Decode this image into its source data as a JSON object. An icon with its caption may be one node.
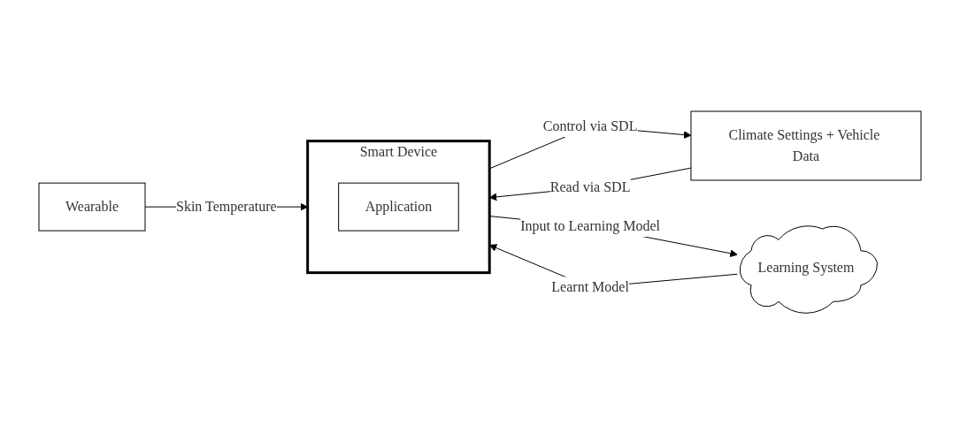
{
  "diagram": {
    "nodes": [
      {
        "text": [
          "Wearable"
        ]
      },
      {
        "text": [
          "Smart Device"
        ]
      },
      {
        "text": [
          "Application"
        ],
        "in": 1
      },
      {
        "text": [
          "Climate Settings + Vehicle Data"
        ]
      },
      {
        "text": [
          "Learning System"
        ]
      }
    ],
    "edges": [
      {
        "from": 0,
        "to": 1,
        "arrow": "to",
        "label": "Skin Temperature"
      },
      {
        "from": 4,
        "to": 1,
        "arrow": "to",
        "label": "Learnt Model"
      },
      {
        "from": 3,
        "to": 1,
        "arrow": "to",
        "label": "Read via SDL"
      },
      {
        "from": 1,
        "to": 3,
        "arrow": "to",
        "label": "Control via SDL"
      },
      {
        "from": 1,
        "to": 4,
        "arrow": "to",
        "label": "Input to Learning Model"
      }
    ]
  }
}
